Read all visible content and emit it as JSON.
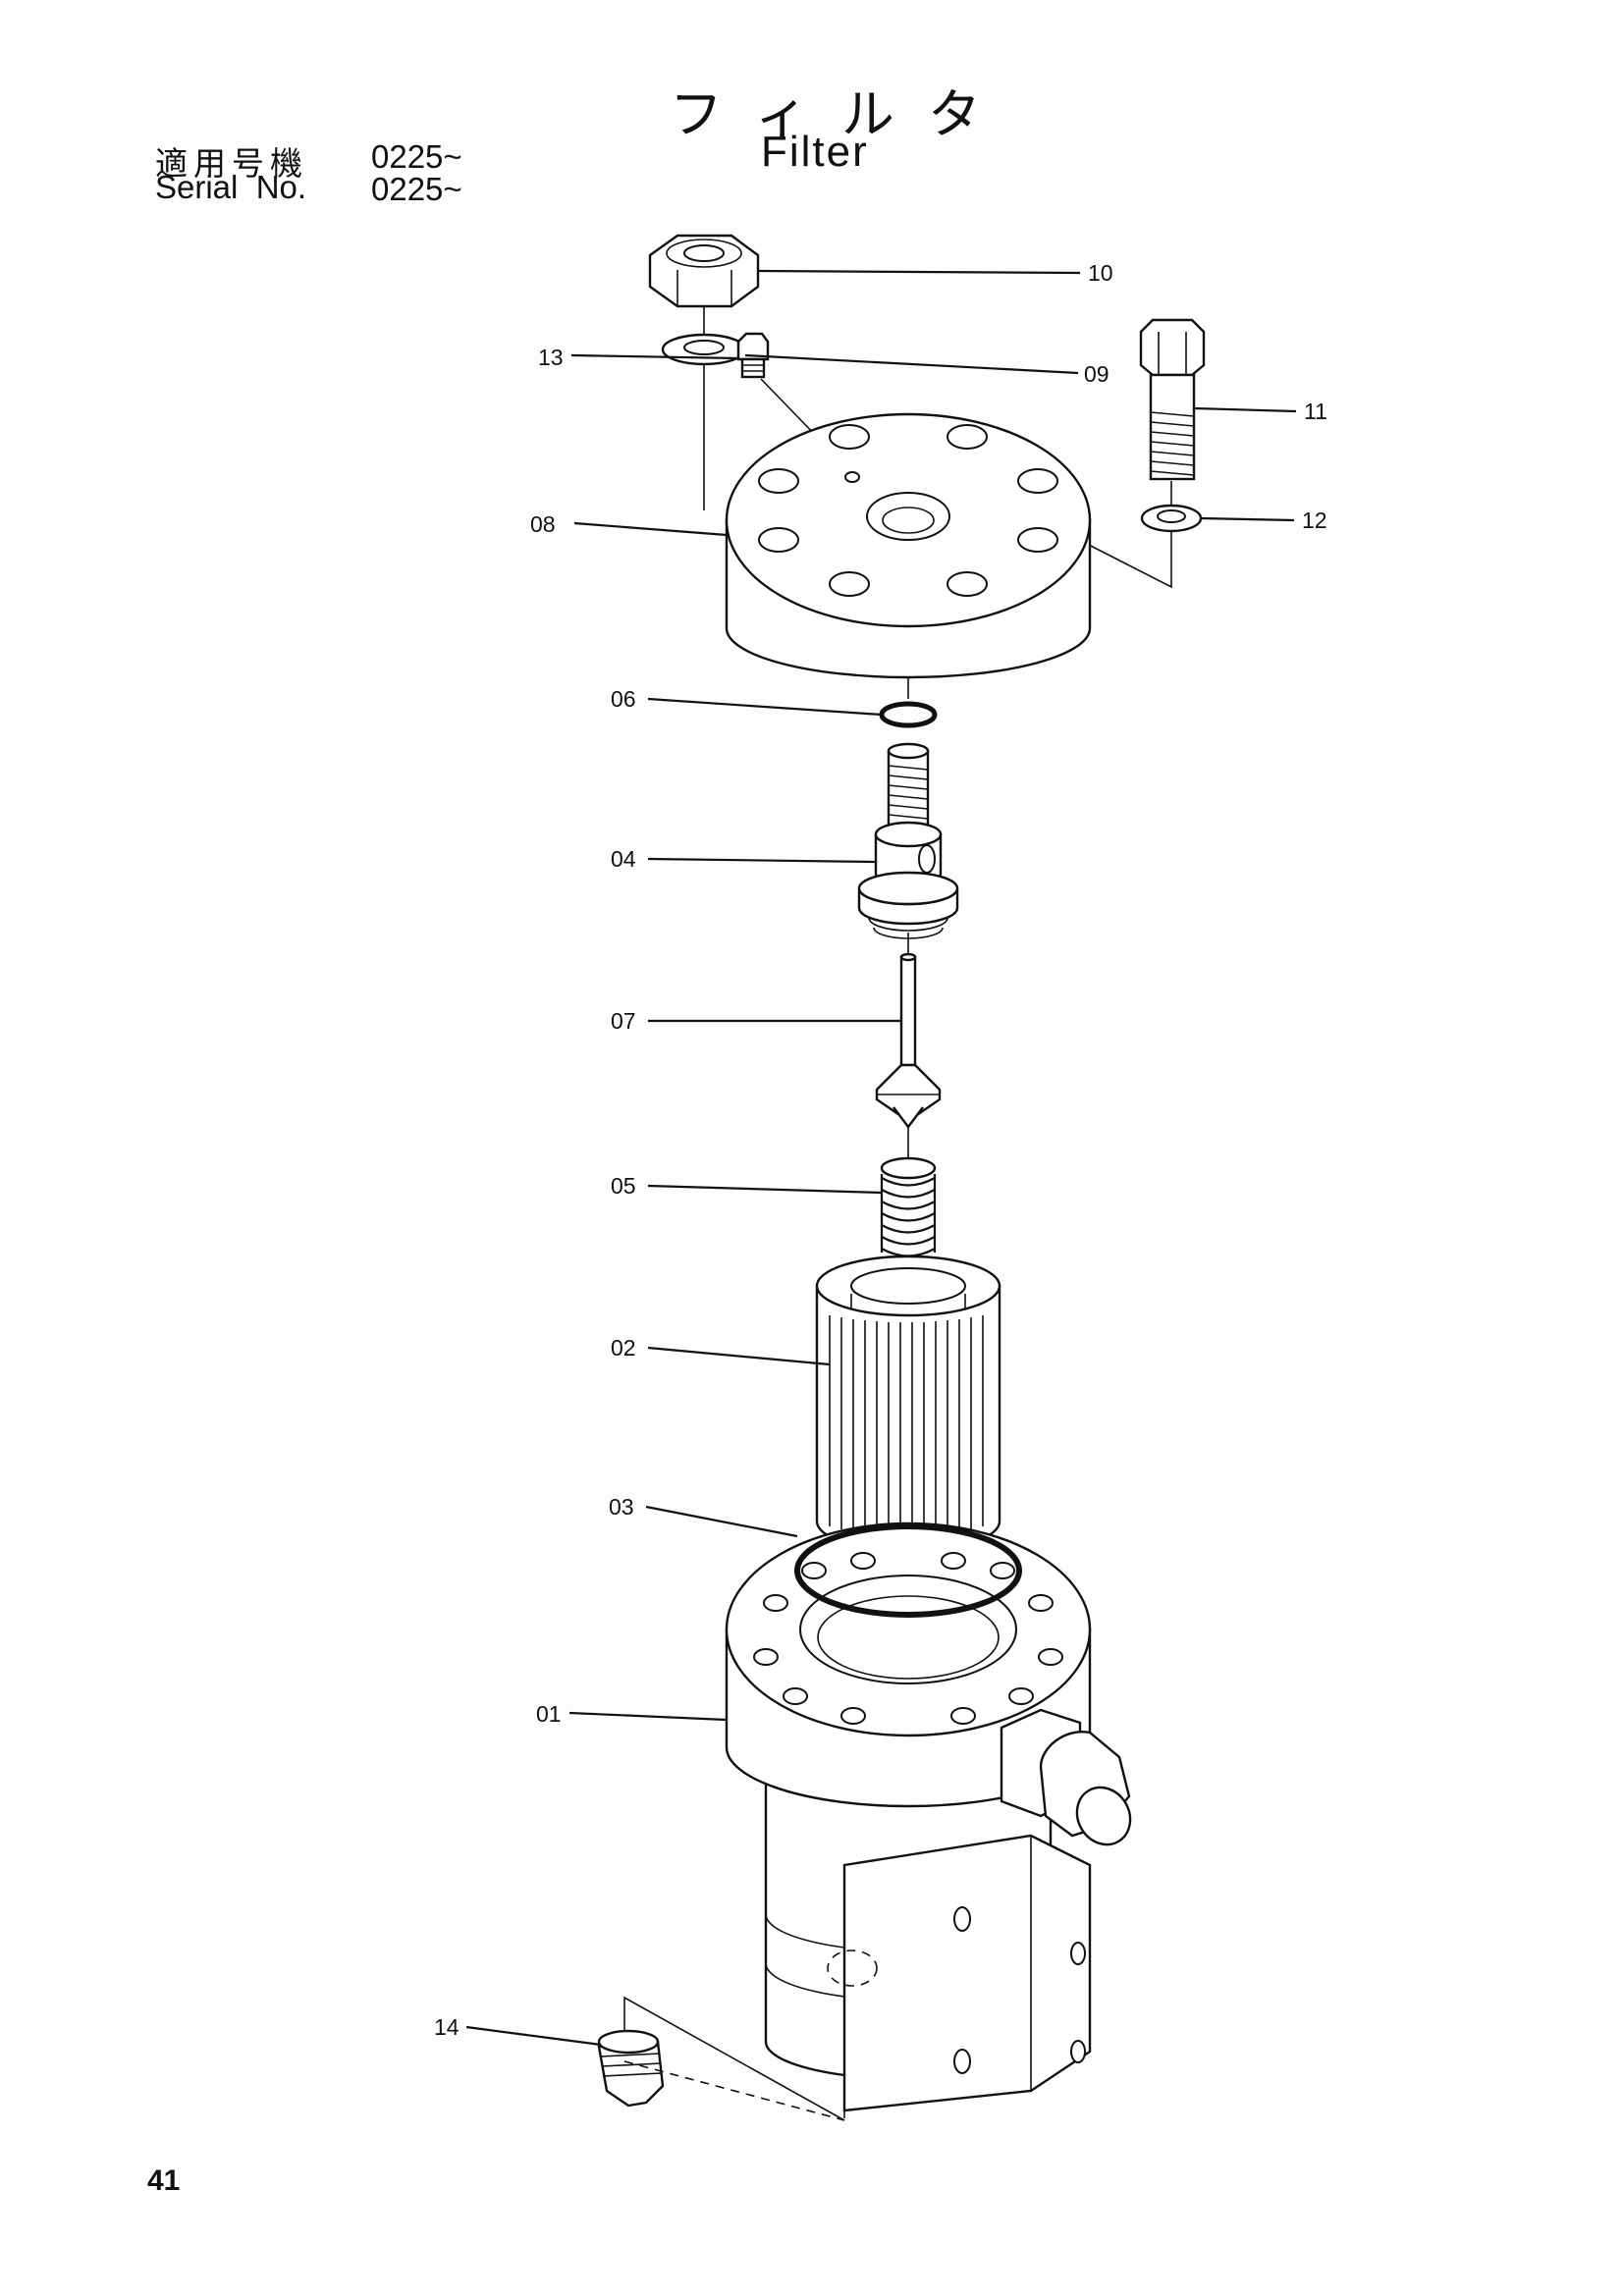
{
  "header": {
    "title_jp": "フィルタ",
    "title_en": "Filter",
    "serial_jp_label": "適用号機",
    "serial_jp_value": "0225~",
    "serial_en_label": "Serial  No.",
    "serial_en_value": "0225~"
  },
  "callouts": {
    "p01": "01",
    "p02": "02",
    "p03": "03",
    "p04": "04",
    "p05": "05",
    "p06": "06",
    "p07": "07",
    "p08": "08",
    "p09": "09",
    "p10": "10",
    "p11": "11",
    "p12": "12",
    "p13": "13",
    "p14": "14"
  },
  "page_number": "41"
}
